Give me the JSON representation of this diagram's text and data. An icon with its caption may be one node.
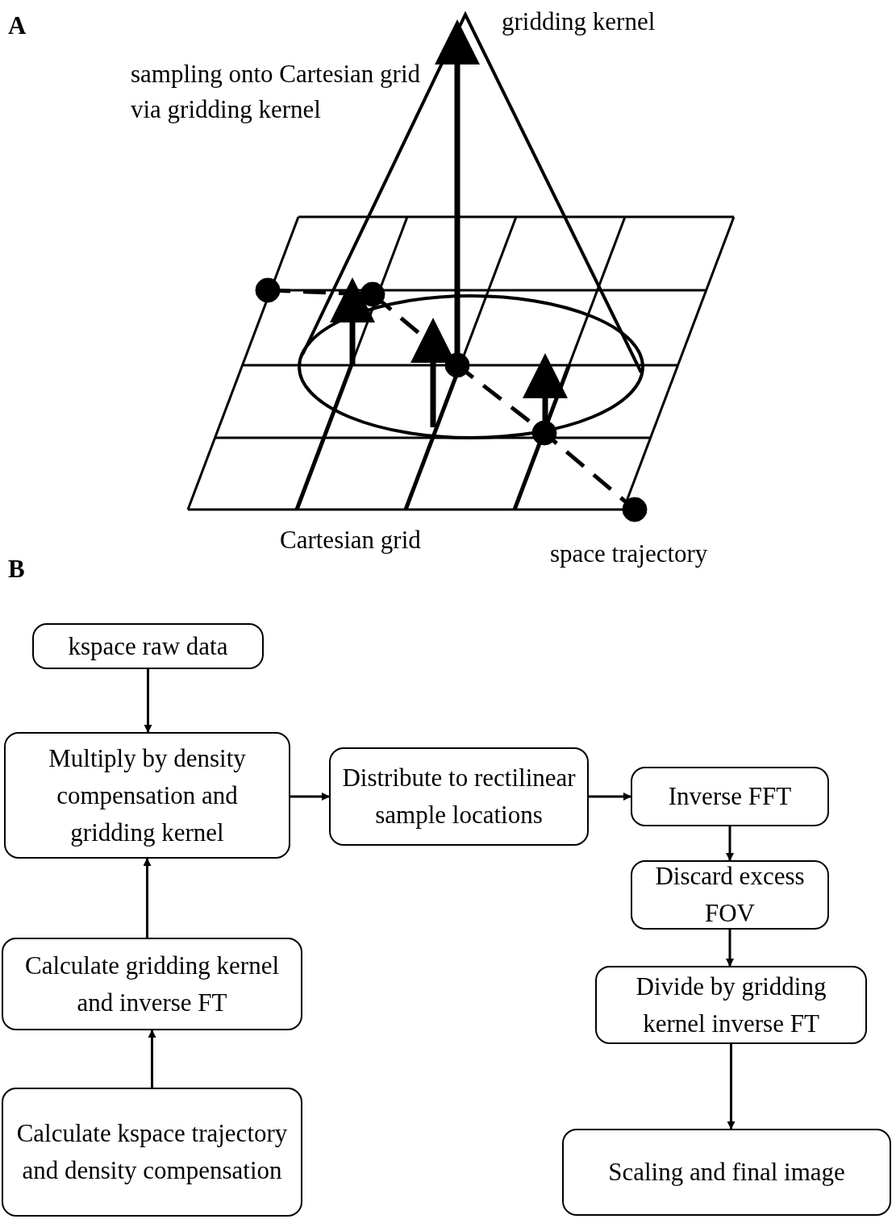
{
  "diagram": {
    "nodes": [
      {
        "text": [
          "kspace raw data"
        ]
      },
      {
        "text": [
          "Multiply by density compensation and gridding kernel"
        ]
      },
      {
        "text": [
          "Distribute to rectilinear sample locations"
        ]
      },
      {
        "text": [
          "Inverse FFT"
        ]
      },
      {
        "text": [
          "Discard excess FOV"
        ]
      },
      {
        "text": [
          "Calculate gridding kernel and inverse FT"
        ]
      },
      {
        "text": [
          "Divide by gridding kernel inverse FT"
        ]
      },
      {
        "text": [
          "Calculate kspace trajectory and density compensation"
        ]
      },
      {
        "text": [
          "Scaling and final image"
        ]
      }
    ],
    "edges": [
      {
        "from": 0,
        "to": 1,
        "arrow": "to"
      },
      {
        "from": 1,
        "to": 2,
        "arrow": "to"
      },
      {
        "from": 2,
        "to": 3,
        "arrow": "to"
      },
      {
        "from": 3,
        "to": 4,
        "arrow": "to"
      },
      {
        "from": 4,
        "to": 6,
        "arrow": "to"
      },
      {
        "from": 6,
        "to": 8,
        "arrow": "to"
      },
      {
        "from": 7,
        "to": 5,
        "arrow": "to"
      },
      {
        "from": 5,
        "to": 1,
        "arrow": "to"
      }
    ],
    "labels": [
      "A",
      "gridding kernel",
      "sampling onto Cartesian grid via gridding kernel",
      "Cartesian grid",
      "space trajectory",
      "B"
    ]
  }
}
